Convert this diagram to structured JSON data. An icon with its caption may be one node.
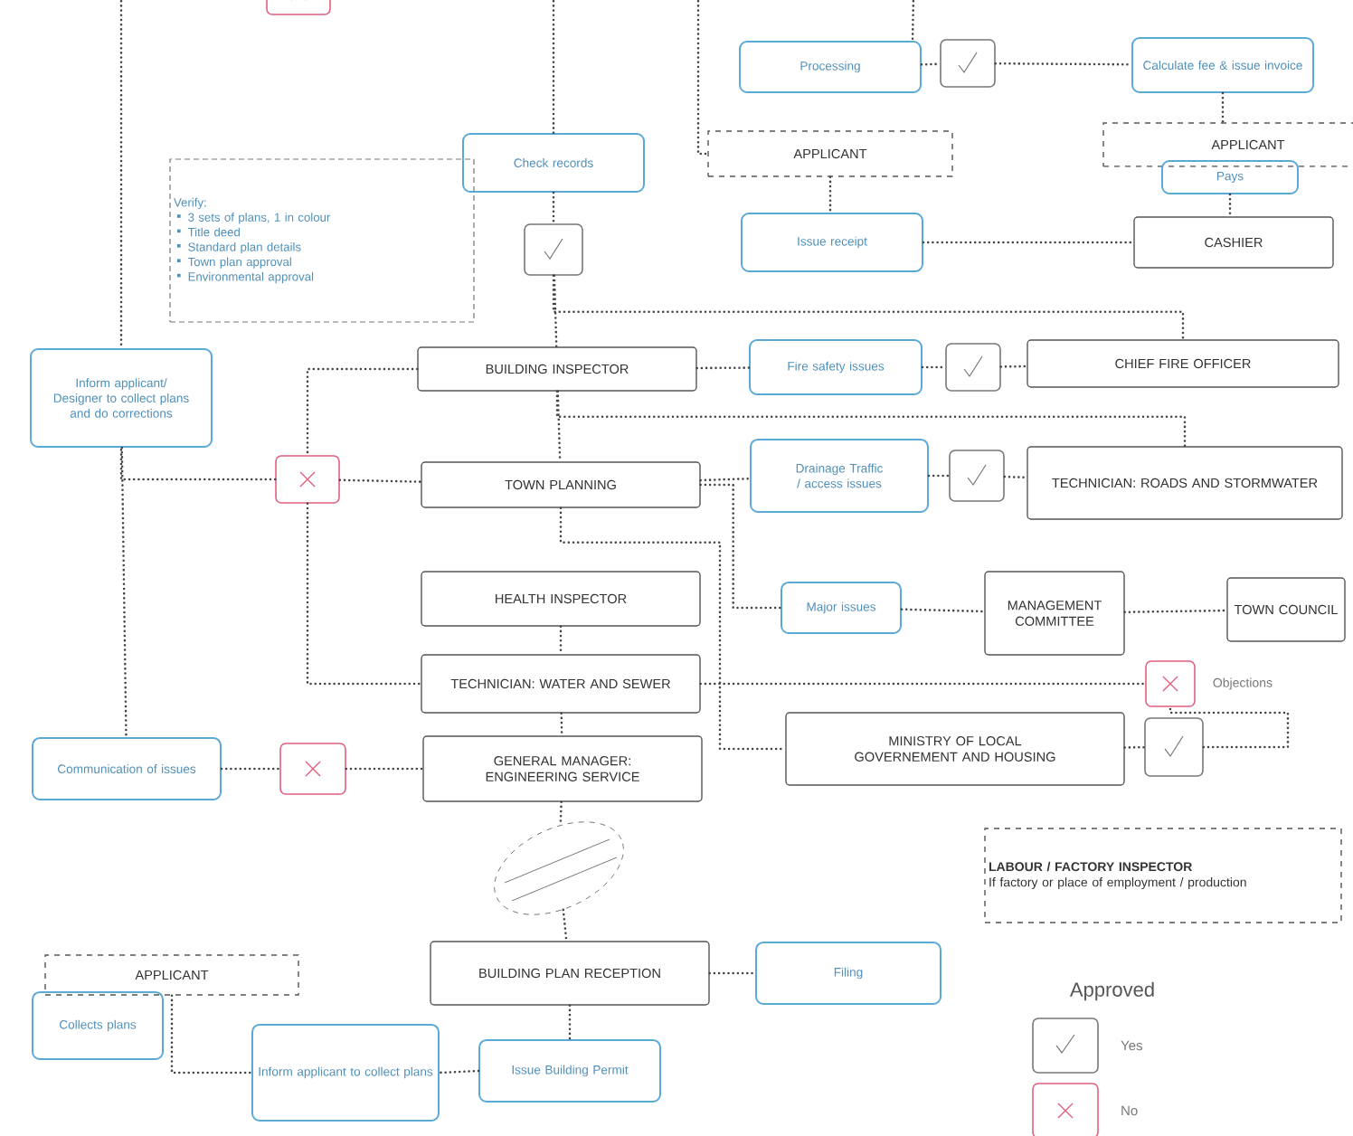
{
  "diagram": {
    "nodes": [
      {
        "text": [],
        "shape": "cross"
      },
      {
        "text": [
          "Check records"
        ]
      },
      {
        "text": [
          "Verify:",
          "3 sets of plans, 1 in colour",
          "Title deed",
          "Standard plan details",
          "Town plan approval",
          "Environmental approval"
        ]
      },
      {
        "text": [],
        "shape": "tick"
      },
      {
        "text": [
          "Processing"
        ]
      },
      {
        "text": [],
        "shape": "tick"
      },
      {
        "text": [
          "Calculate fee & issue invoice"
        ]
      },
      {
        "text": [
          "APPLICANT"
        ]
      },
      {
        "text": [
          "APPLICANT"
        ]
      },
      {
        "text": [
          "Pays"
        ]
      },
      {
        "text": [
          "Issue receipt"
        ]
      },
      {
        "text": [
          "CASHIER"
        ]
      },
      {
        "text": [
          "BUILDING INSPECTOR"
        ]
      },
      {
        "text": [
          "Inform applicant/ Designer to collect plans and do corrections"
        ]
      },
      {
        "text": [
          "Fire safety issues"
        ]
      },
      {
        "text": [],
        "shape": "tick"
      },
      {
        "text": [
          "CHIEF FIRE OFFICER"
        ]
      },
      {
        "text": [],
        "shape": "cross"
      },
      {
        "text": [
          "TOWN PLANNING"
        ]
      },
      {
        "text": [
          "Drainage Traffic / access issues"
        ]
      },
      {
        "text": [],
        "shape": "tick"
      },
      {
        "text": [
          "TECHNICIAN: ROADS AND STORMWATER"
        ]
      },
      {
        "text": [
          "HEALTH INSPECTOR"
        ]
      },
      {
        "text": [
          "Major issues"
        ]
      },
      {
        "text": [
          "MANAGEMENT COMMITTEE"
        ]
      },
      {
        "text": [
          "TOWN COUNCIL"
        ]
      },
      {
        "text": [
          "TECHNICIAN: WATER AND SEWER"
        ]
      },
      {
        "text": [],
        "shape": "cross",
        "beside": [
          "Objections"
        ]
      },
      {
        "text": [
          "Communication of issues"
        ]
      },
      {
        "text": [],
        "shape": "cross"
      },
      {
        "text": [
          "GENERAL MANAGER: ENGINEERING SERVICE"
        ]
      },
      {
        "text": [
          "MINISTRY OF LOCAL GOVERNEMENT AND HOUSING"
        ]
      },
      {
        "text": [],
        "shape": "tick"
      },
      {
        "text": [],
        "shape": "ellipse"
      },
      {
        "text": [
          "BUILDING PLAN RECEPTION"
        ]
      },
      {
        "text": [
          "Filing"
        ]
      },
      {
        "text": [
          "APPLICANT"
        ]
      },
      {
        "text": [
          "Collects plans"
        ]
      },
      {
        "text": [
          "Inform applicant to collect plans"
        ]
      },
      {
        "text": [
          "Issue Building Permit"
        ]
      },
      {
        "text": [
          "LABOUR / FACTORY INSPECTOR",
          "If factory or place of employment / production"
        ]
      }
    ],
    "edges": [
      {
        "from": null,
        "to": 13,
        "arrow": "none"
      },
      {
        "from": 13,
        "to": 28,
        "arrow": "none"
      },
      {
        "from": 17,
        "to": 13,
        "arrow": "none"
      },
      {
        "from": null,
        "to": 1,
        "arrow": "none"
      },
      {
        "from": 1,
        "to": 3,
        "arrow": "none"
      },
      {
        "from": 3,
        "to": 12,
        "arrow": "none"
      },
      {
        "from": null,
        "to": 7,
        "arrow": "none"
      },
      {
        "from": null,
        "to": 4,
        "arrow": "none"
      },
      {
        "from": 4,
        "to": 5,
        "arrow": "none"
      },
      {
        "from": 5,
        "to": 6,
        "arrow": "none"
      },
      {
        "from": 6,
        "to": 8,
        "arrow": "none"
      },
      {
        "from": 9,
        "to": 11,
        "arrow": "none"
      },
      {
        "from": 7,
        "to": 10,
        "arrow": "none"
      },
      {
        "from": 10,
        "to": 11,
        "arrow": "none"
      },
      {
        "from": 12,
        "to": 14,
        "arrow": "none"
      },
      {
        "from": 14,
        "to": 15,
        "arrow": "none"
      },
      {
        "from": 15,
        "to": 16,
        "arrow": "none"
      },
      {
        "from": 3,
        "to": 16,
        "arrow": "none"
      },
      {
        "from": 12,
        "to": 17,
        "arrow": "none"
      },
      {
        "from": 17,
        "to": 26,
        "arrow": "none"
      },
      {
        "from": 17,
        "to": 18,
        "arrow": "none"
      },
      {
        "from": 12,
        "to": 21,
        "arrow": "none"
      },
      {
        "from": 12,
        "to": 18,
        "arrow": "none"
      },
      {
        "from": 18,
        "to": 19,
        "arrow": "none"
      },
      {
        "from": 19,
        "to": 20,
        "arrow": "none"
      },
      {
        "from": 20,
        "to": 21,
        "arrow": "none"
      },
      {
        "from": 18,
        "to": 23,
        "arrow": "none"
      },
      {
        "from": 18,
        "to": 31,
        "arrow": "none"
      },
      {
        "from": 23,
        "to": 24,
        "arrow": "none"
      },
      {
        "from": 24,
        "to": 25,
        "arrow": "none"
      },
      {
        "from": 26,
        "to": 27,
        "arrow": "none"
      },
      {
        "from": 31,
        "to": 32,
        "arrow": "none"
      },
      {
        "from": 32,
        "to": 27,
        "arrow": "none"
      },
      {
        "from": 22,
        "to": 26,
        "arrow": "none"
      },
      {
        "from": 26,
        "to": 30,
        "arrow": "none"
      },
      {
        "from": 28,
        "to": 29,
        "arrow": "none"
      },
      {
        "from": 29,
        "to": 30,
        "arrow": "none"
      },
      {
        "from": 30,
        "to": 33,
        "arrow": "none"
      },
      {
        "from": 33,
        "to": 34,
        "arrow": "none"
      },
      {
        "from": 34,
        "to": 35,
        "arrow": "none"
      },
      {
        "from": 34,
        "to": 39,
        "arrow": "none"
      },
      {
        "from": 39,
        "to": 38,
        "arrow": "none"
      },
      {
        "from": 36,
        "to": 38,
        "arrow": "none"
      }
    ],
    "labels": [
      "Approved"
    ],
    "legend": [
      {
        "text": "Yes"
      },
      {
        "text": "No"
      }
    ]
  }
}
